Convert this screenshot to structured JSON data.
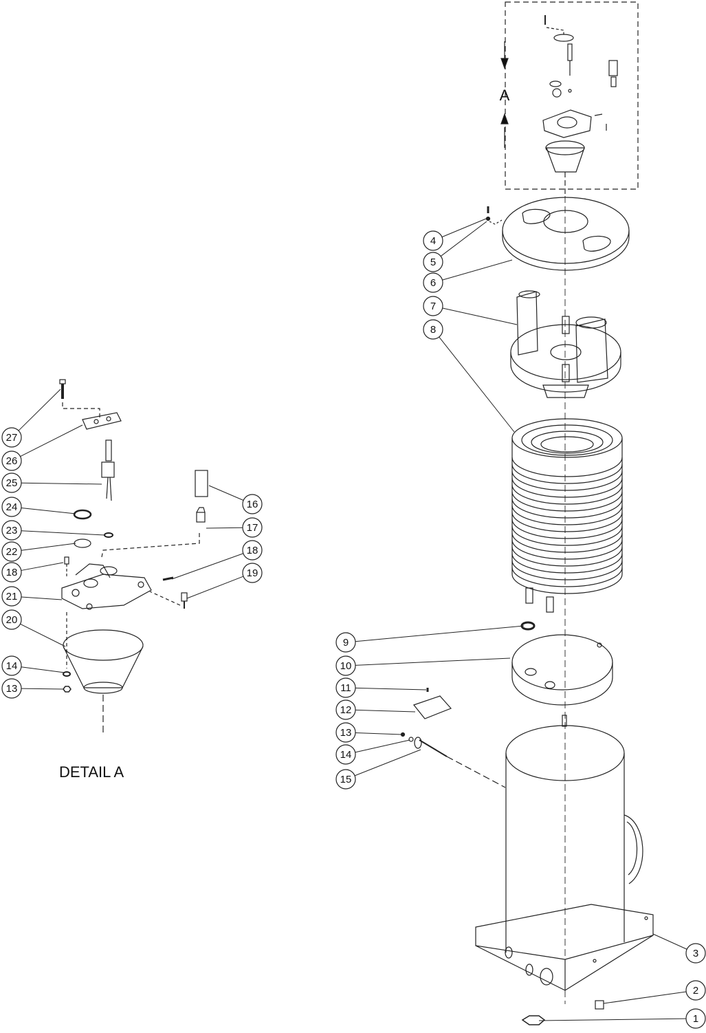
{
  "detail_label": "DETAIL  A",
  "section_letter": "A",
  "callouts": [
    {
      "id": "c1",
      "label": "1"
    },
    {
      "id": "c2",
      "label": "2"
    },
    {
      "id": "c3",
      "label": "3"
    },
    {
      "id": "c4",
      "label": "4"
    },
    {
      "id": "c5",
      "label": "5"
    },
    {
      "id": "c6",
      "label": "6"
    },
    {
      "id": "c7",
      "label": "7"
    },
    {
      "id": "c8",
      "label": "8"
    },
    {
      "id": "c9",
      "label": "9"
    },
    {
      "id": "c10",
      "label": "10"
    },
    {
      "id": "c11",
      "label": "11"
    },
    {
      "id": "c12",
      "label": "12"
    },
    {
      "id": "c13a",
      "label": "13"
    },
    {
      "id": "c14a",
      "label": "14"
    },
    {
      "id": "c15",
      "label": "15"
    },
    {
      "id": "c16",
      "label": "16"
    },
    {
      "id": "c17",
      "label": "17"
    },
    {
      "id": "c18a",
      "label": "18"
    },
    {
      "id": "c18b",
      "label": "18"
    },
    {
      "id": "c19",
      "label": "19"
    },
    {
      "id": "c20",
      "label": "20"
    },
    {
      "id": "c21",
      "label": "21"
    },
    {
      "id": "c22",
      "label": "22"
    },
    {
      "id": "c23",
      "label": "23"
    },
    {
      "id": "c24",
      "label": "24"
    },
    {
      "id": "c25",
      "label": "25"
    },
    {
      "id": "c26",
      "label": "26"
    },
    {
      "id": "c27",
      "label": "27"
    },
    {
      "id": "c13b",
      "label": "13"
    },
    {
      "id": "c14b",
      "label": "14"
    }
  ]
}
